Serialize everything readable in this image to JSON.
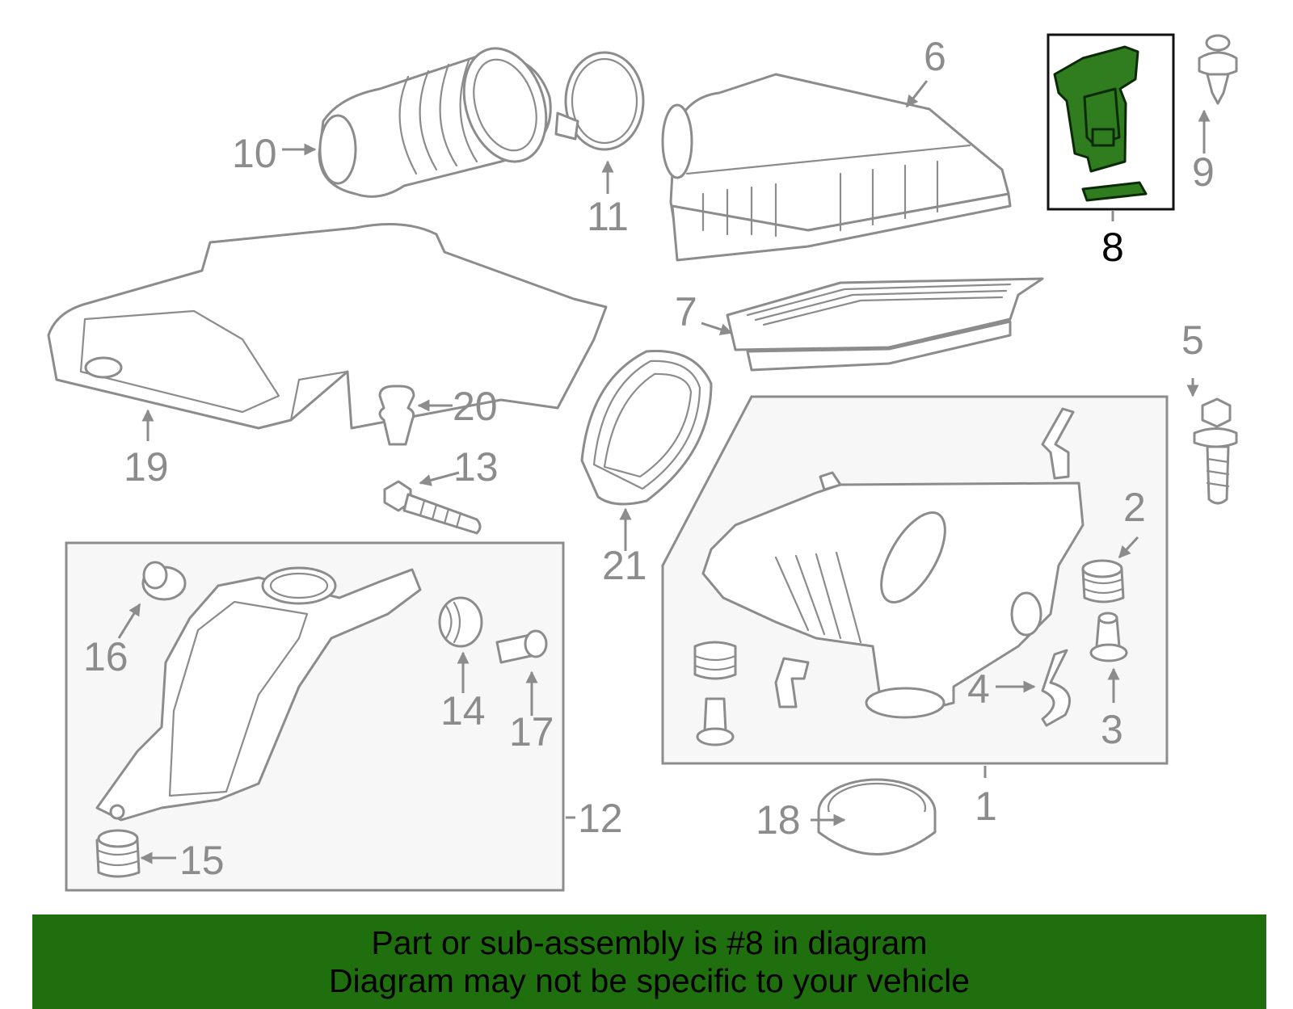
{
  "callouts": {
    "c1": "1",
    "c2": "2",
    "c3": "3",
    "c4": "4",
    "c5": "5",
    "c6": "6",
    "c7": "7",
    "c8": "8",
    "c9": "9",
    "c10": "10",
    "c11": "11",
    "c12": "12",
    "c13": "13",
    "c14": "14",
    "c15": "15",
    "c16": "16",
    "c17": "17",
    "c18": "18",
    "c19": "19",
    "c20": "20",
    "c21": "21"
  },
  "highlighted_part": "8",
  "banner": {
    "line1": "Part or sub-assembly is #8 in diagram",
    "line2": "Diagram may not be specific to your vehicle"
  },
  "colors": {
    "highlight_fill": "#2f7d1f",
    "banner_bg": "#1f6f0f",
    "line_gray": "#8c8c8c"
  }
}
